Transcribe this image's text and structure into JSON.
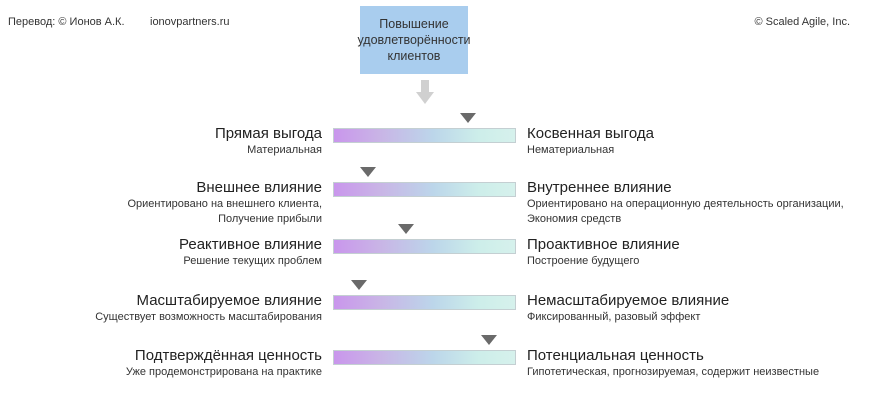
{
  "header": {
    "left": "Перевод: © Ионов А.К.",
    "site": "ionovpartners.ru",
    "right": "© Scaled Agile,  Inc."
  },
  "goal": "Повышение удовлетворённости клиентов",
  "rows": [
    {
      "left_title": "Прямая выгода",
      "left_sub": "Материальная",
      "right_title": "Косвенная выгода",
      "right_sub": "Нематериальная",
      "position": 0.74
    },
    {
      "left_title": "Внешнее влияние",
      "left_sub": "Ориентировано на внешнего клиента,\nПолучение прибыли",
      "right_title": "Внутреннее влияние",
      "right_sub": "Ориентировано на операционную деятельность организации,\nЭкономия средств",
      "position": 0.19
    },
    {
      "left_title": "Реактивное влияние",
      "left_sub": "Решение текущих проблем",
      "right_title": "Проактивное влияние",
      "right_sub": "Построение будущего",
      "position": 0.4
    },
    {
      "left_title": "Масштабируемое влияние",
      "left_sub": "Существует возможность масштабирования",
      "right_title": "Немасштабируемое влияние",
      "right_sub": "Фиксированный, разовый эффект",
      "position": 0.14
    },
    {
      "left_title": "Подтверждённая ценность",
      "left_sub": "Уже продемонстрирована на практике",
      "right_title": "Потенциальная ценность",
      "right_sub": "Гипотетическая, прогнозируемая, содержит неизвестные",
      "position": 0.85
    }
  ]
}
